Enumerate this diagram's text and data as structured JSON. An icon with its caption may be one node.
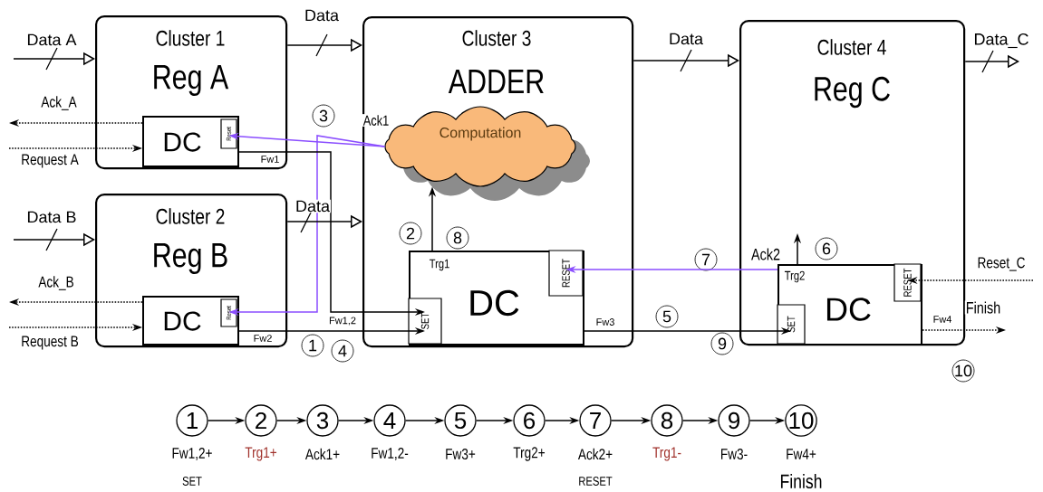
{
  "diagram": {
    "nodes": [
      {
        "text": [
          "Cluster 1",
          "Reg A"
        ]
      },
      {
        "text": [
          "DC"
        ],
        "in": 0
      },
      {
        "text": [
          "Reset"
        ],
        "in": 1
      },
      {
        "text": [
          "Cluster 2",
          "Reg B"
        ]
      },
      {
        "text": [
          "DC"
        ],
        "in": 3
      },
      {
        "text": [
          "Reset"
        ],
        "in": 4
      },
      {
        "text": [
          "Cluster 3",
          "ADDER"
        ]
      },
      {
        "text": [
          "Computation"
        ],
        "in": 6
      },
      {
        "text": [
          "DC"
        ],
        "in": 6
      },
      {
        "text": [
          "SET"
        ],
        "in": 8
      },
      {
        "text": [
          "RESET"
        ],
        "in": 8
      },
      {
        "text": [
          "Cluster 4",
          "Reg C"
        ]
      },
      {
        "text": [
          "DC"
        ],
        "in": 11
      },
      {
        "text": [
          "SET"
        ],
        "in": 12
      },
      {
        "text": [
          "RESET"
        ],
        "in": 12
      },
      {
        "text": [
          "1"
        ],
        "beside": [
          "Fw1,2+",
          "SET"
        ]
      },
      {
        "text": [
          "2"
        ],
        "beside": [
          "Trg1+"
        ]
      },
      {
        "text": [
          "3"
        ],
        "beside": [
          "Ack1+"
        ]
      },
      {
        "text": [
          "4"
        ],
        "beside": [
          "Fw1,2-"
        ]
      },
      {
        "text": [
          "5"
        ],
        "beside": [
          "Fw3+"
        ]
      },
      {
        "text": [
          "6"
        ],
        "beside": [
          "Trg2+"
        ]
      },
      {
        "text": [
          "7"
        ],
        "beside": [
          "Ack2+",
          "RESET"
        ]
      },
      {
        "text": [
          "8"
        ],
        "beside": [
          "Trg1-"
        ]
      },
      {
        "text": [
          "9"
        ],
        "beside": [
          "Fw3-"
        ]
      },
      {
        "text": [
          "10"
        ],
        "beside": [
          "Fw4+",
          "Finish"
        ]
      },
      {
        "text": [
          "3"
        ]
      },
      {
        "text": [
          "2"
        ],
        "in": 6
      },
      {
        "text": [
          "8"
        ],
        "in": 6
      },
      {
        "text": [
          "6"
        ],
        "in": 11
      },
      {
        "text": [
          "7"
        ]
      },
      {
        "text": [
          "5"
        ]
      },
      {
        "text": [
          "1"
        ]
      },
      {
        "text": [
          "9"
        ]
      },
      {
        "text": [
          "4"
        ]
      },
      {
        "text": [
          "10"
        ]
      }
    ],
    "edges": [
      {
        "from": null,
        "to": 0,
        "arrow": "to",
        "label": "Data A"
      },
      {
        "from": 0,
        "to": 6,
        "arrow": "to",
        "label": "Data"
      },
      {
        "from": 1,
        "to": null,
        "arrow": "to",
        "label": "Ack_A",
        "style": "dashed"
      },
      {
        "from": null,
        "to": 1,
        "arrow": "to",
        "label": "Request A",
        "style": "dashed"
      },
      {
        "from": 7,
        "to": 2,
        "arrow": "to",
        "label": "Ack1",
        "color": "#8a4dff"
      },
      {
        "from": 7,
        "to": 5,
        "arrow": "to",
        "color": "#8a4dff"
      },
      {
        "from": 1,
        "to": 9,
        "arrow": "to",
        "label": "Fw1"
      },
      {
        "from": 4,
        "to": 9,
        "arrow": "to",
        "label": "Fw2"
      },
      {
        "from": null,
        "to": 3,
        "arrow": "to",
        "label": "Data B"
      },
      {
        "from": 3,
        "to": 6,
        "arrow": "to",
        "label": "Data"
      },
      {
        "from": 4,
        "to": null,
        "arrow": "to",
        "label": "Ack_B",
        "style": "dashed"
      },
      {
        "from": null,
        "to": 4,
        "arrow": "to",
        "label": "Request B",
        "style": "dashed"
      },
      {
        "from": 8,
        "to": 7,
        "arrow": "to",
        "label": "Trg1"
      },
      {
        "from": 6,
        "to": 11,
        "arrow": "to",
        "label": "Data"
      },
      {
        "from": 12,
        "to": 10,
        "arrow": "to",
        "label": "Ack2",
        "color": "#8a4dff"
      },
      {
        "from": 12,
        "to": null,
        "arrow": "to",
        "label": "Trg2"
      },
      {
        "from": 8,
        "to": 13,
        "arrow": "to",
        "label": "Fw3"
      },
      {
        "from": 11,
        "to": null,
        "arrow": "to",
        "label": "Data_C"
      },
      {
        "from": null,
        "to": 14,
        "arrow": "to",
        "label": "Reset_C",
        "style": "dashed"
      },
      {
        "from": 12,
        "to": null,
        "arrow": "to",
        "label": "Finish",
        "style": "dashed"
      },
      {
        "from": 15,
        "to": 16,
        "arrow": "to"
      },
      {
        "from": 16,
        "to": 17,
        "arrow": "to"
      },
      {
        "from": 17,
        "to": 18,
        "arrow": "to"
      },
      {
        "from": 18,
        "to": 19,
        "arrow": "to"
      },
      {
        "from": 19,
        "to": 20,
        "arrow": "to"
      },
      {
        "from": 20,
        "to": 21,
        "arrow": "to"
      },
      {
        "from": 21,
        "to": 22,
        "arrow": "to"
      },
      {
        "from": 22,
        "to": 23,
        "arrow": "to"
      },
      {
        "from": 23,
        "to": 24,
        "arrow": "to"
      }
    ],
    "labels": [
      "Fw1,2",
      "Fw4"
    ]
  }
}
